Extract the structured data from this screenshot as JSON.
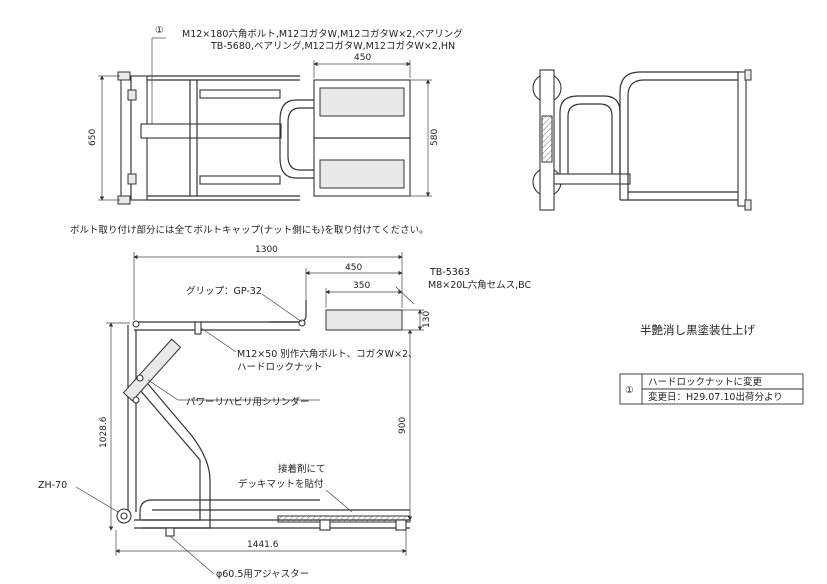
{
  "top_view": {
    "callout_mark": "①",
    "callout_line1": "M12×180六角ボルト,M12コガタW,M12コガタW×2,ベアリング",
    "callout_line2": "TB-5680,ベアリング,M12コガタW,M12コガタW×2,HN",
    "dim_width": "450",
    "dim_left_height": "650",
    "dim_right_height": "580"
  },
  "bolt_cap_note": "ボルト取り付け部分には全てボルトキャップ(ナット側にも)を取り付けてください。",
  "side_view": {
    "dim_total_length": "1300",
    "dim_pad_offset": "450",
    "dim_pad_length": "350",
    "dim_pad_height": "130",
    "dim_height": "1028.6",
    "dim_inner_height": "900",
    "dim_base_length": "1441.6",
    "label_tb5363": "TB-5363",
    "label_semus": "M8×20L六角セムス,BC",
    "label_grip": "グリップ：GP-32",
    "label_bolt_line1": "M12×50 別作六角ボルト、コガタW×2、",
    "label_bolt_line2": "ハードロックナット",
    "label_cylinder": "パワーリハビリ用シリンダー",
    "label_mat_line1": "接着剤にて",
    "label_mat_line2": "デッキマットを貼付",
    "label_zh70": "ZH-70",
    "label_adjuster": "φ60.5用アジャスター"
  },
  "finish_note": "半艶消し黒塗装仕上げ",
  "revision": {
    "mark": "①",
    "line1": "ハードロックナットに変更",
    "line2": "変更日：H29.07.10出荷分より"
  }
}
